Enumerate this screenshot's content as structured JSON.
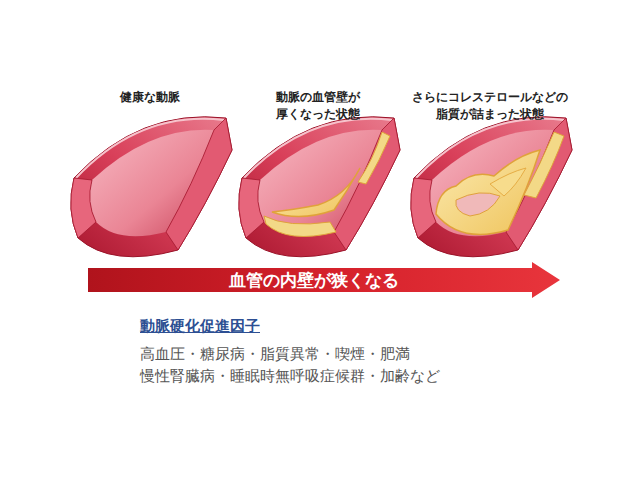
{
  "diagram": {
    "nodes": [
      {
        "text": [
          "血管の内壁が狭くなる"
        ]
      }
    ],
    "labels": [
      "健康な動脈",
      "動脈の血管壁が 厚くなった状態",
      "さらにコレステロールなどの 脂質が詰まった状態",
      "動脈硬化促進因子",
      "高血圧・糖尿病・脂質異常・喫煙・肥満 慢性腎臓病・睡眠時無呼吸症候群・加齢など"
    ]
  }
}
